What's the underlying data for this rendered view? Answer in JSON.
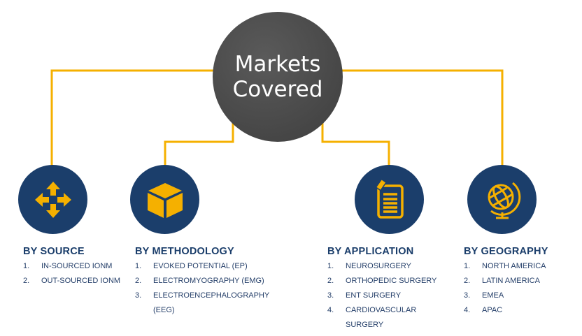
{
  "hub": {
    "line1": "Markets",
    "line2": "Covered"
  },
  "colors": {
    "navy": "#1b3e6b",
    "gold": "#f5b000",
    "hub": "#4a4a4a"
  },
  "categories": [
    {
      "title": "BY SOURCE",
      "icon": "arrows-move-icon",
      "items": [
        "IN-SOURCED IONM",
        "OUT-SOURCED IONM"
      ]
    },
    {
      "title": "BY METHODOLOGY",
      "icon": "cube-icon",
      "items": [
        "EVOKED POTENTIAL (EP)",
        "ELECTROMYOGRAPHY  (EMG)",
        "ELECTROENCEPHALOGRAPHY (EEG)"
      ]
    },
    {
      "title": "BY APPLICATION",
      "icon": "notepad-icon",
      "items": [
        "NEUROSURGERY",
        "ORTHOPEDIC SURGERY",
        "ENT SURGERY",
        "CARDIOVASCULAR SURGERY"
      ]
    },
    {
      "title": "BY GEOGRAPHY",
      "icon": "globe-icon",
      "items": [
        "NORTH AMERICA",
        "LATIN AMERICA",
        "EMEA",
        "APAC"
      ]
    }
  ],
  "numbers": [
    "1.",
    "2.",
    "3.",
    "4."
  ]
}
